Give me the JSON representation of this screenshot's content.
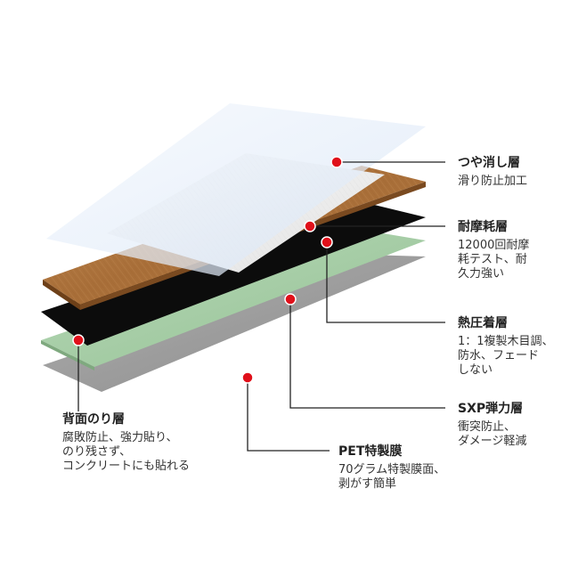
{
  "colors": {
    "dot": "#e0101a",
    "line": "#222222",
    "matte_top": "#eef4fc",
    "matte_bottom": "#dce8f7",
    "wood_face": "#b07840",
    "wood_edge": "#7a4a20",
    "white_face": "#f2f2f2",
    "black_face": "#0c0c0c",
    "green_face": "#a8cfa8",
    "gray_face": "#a0a0a0"
  },
  "layers": [
    {
      "id": "matte",
      "title": "つや消し層",
      "description": "滑り防止加工"
    },
    {
      "id": "wear",
      "title": "耐摩耗層",
      "description": "12000回耐摩\n耗テスト、耐\n久力強い"
    },
    {
      "id": "heat",
      "title": "熱圧着層",
      "description": "1：1複製木目調、\n防水、フェード\nしない"
    },
    {
      "id": "sxp",
      "title": "SXP弾力層",
      "description": "衝突防止、\nダメージ軽減"
    },
    {
      "id": "pet",
      "title": "PET特製膜",
      "description": "70グラム特製膜面、\n剥がす簡単"
    },
    {
      "id": "back",
      "title": "背面のり層",
      "description": "腐敗防止、強力貼り、\nのり残さず、\nコンクリートにも貼れる"
    }
  ]
}
